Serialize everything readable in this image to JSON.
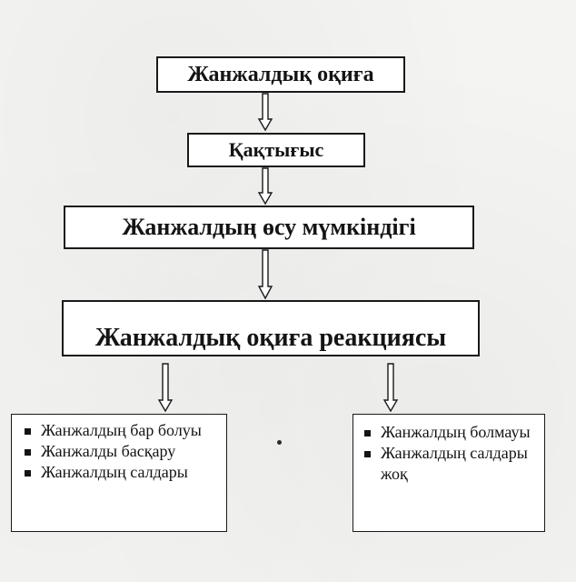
{
  "diagram": {
    "boxes": [
      {
        "id": "incident",
        "label": "Жанжалдық оқиға"
      },
      {
        "id": "clash",
        "label": "Қақтығыс"
      },
      {
        "id": "growth",
        "label": "Жанжалдың өсу мүмкіндігі"
      },
      {
        "id": "reaction",
        "label": "Жанжалдық оқиға реакциясы"
      }
    ],
    "left_list": {
      "items": [
        "Жанжалдың бар болуы",
        "Жанжалды басқару",
        "Жанжалдың салдары"
      ]
    },
    "right_list": {
      "items": [
        "Жанжалдың болмауы",
        "Жанжалдың салдары жоқ"
      ]
    },
    "colors": {
      "line": "#1a1a1a",
      "paper": "#f4f4f2",
      "box_fill": "#ffffff"
    }
  }
}
